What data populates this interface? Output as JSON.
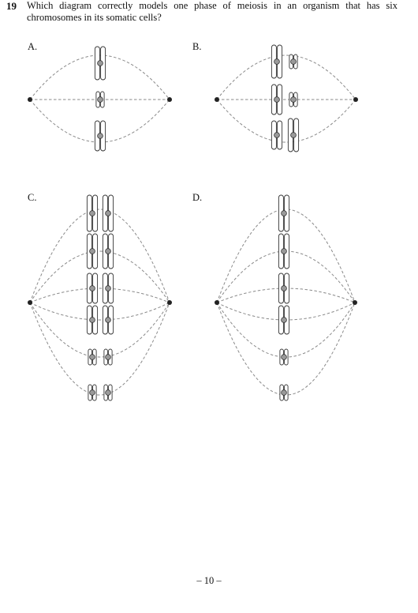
{
  "question": {
    "number": "19",
    "text": "Which diagram correctly models one phase of meiosis in an organism that has six chromosomes in its somatic cells?"
  },
  "options": [
    {
      "label": "A."
    },
    {
      "label": "B."
    },
    {
      "label": "C."
    },
    {
      "label": "D."
    }
  ],
  "footer": {
    "page": "– 10 –"
  }
}
